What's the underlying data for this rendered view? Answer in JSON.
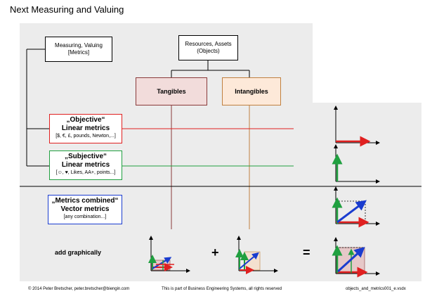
{
  "title": "Next Measuring and Valuing",
  "boxes": {
    "measuring": {
      "line1": "Measuring, Valuing",
      "line2": "[Metrics]"
    },
    "resources": {
      "line1": "Resources, Assets",
      "line2": "(Objects)"
    },
    "tangibles": "Tangibles",
    "intangibles": "Intangibles",
    "objective": {
      "line1": "„Objective“",
      "line2": "Linear metrics",
      "line3": "[$, €, £, pounds, Newton,...]"
    },
    "subjective": {
      "line1": "„Subjective“",
      "line2": "Linear metrics",
      "line3": "[☺, ♥, Likes, AA+, points...]"
    },
    "combined": {
      "line1": "„Metrics combined“",
      "line2": "Vector metrics",
      "line3": "[any combination...]"
    }
  },
  "add_label": "add graphically",
  "plus": "+",
  "equals": "=",
  "colors": {
    "red": "#e02020",
    "green": "#20a040",
    "blue": "#1a3ccf",
    "tangibles_fill": "#f2dcdb",
    "tangibles_border": "#8a3a3a",
    "intangibles_fill": "#fde9d9",
    "intangibles_border": "#c08040"
  },
  "footer": {
    "left": "© 2014 Peter Bretscher, peter.bretscher@biengin.com",
    "center": "This is part of Business Engineering Systems, all rights reserved",
    "right": "objects_and_metrics001_e.vsdx"
  }
}
